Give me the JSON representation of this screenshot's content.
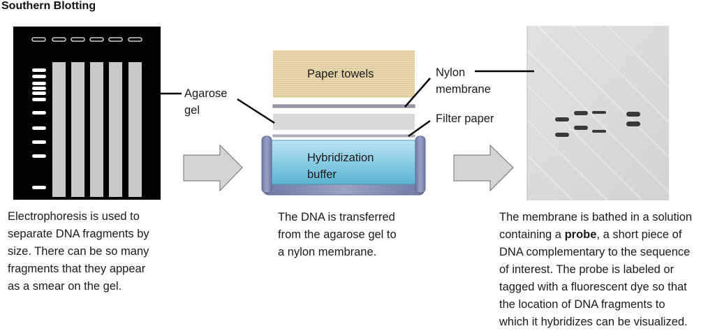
{
  "title": "Southern Blotting",
  "labels": {
    "agarose_gel": [
      "Agarose",
      "gel"
    ],
    "paper_towels": "Paper towels",
    "nylon_membrane": [
      "Nylon",
      "membrane"
    ],
    "filter_paper": "Filter paper",
    "hybridization_buffer": [
      "Hybridization",
      "buffer"
    ]
  },
  "captions": {
    "left": [
      "Electrophoresis is used to",
      "separate DNA fragments by",
      "size. There can be so many",
      "fragments that they appear",
      "as a smear on the gel."
    ],
    "middle": [
      "The DNA is transferred",
      "from the agarose gel to",
      "a nylon membrane."
    ],
    "right": {
      "line1": "The membrane is bathed in a solution",
      "line2_pre": "containing a ",
      "line2_bold": "probe",
      "line2_post": ", a short piece of",
      "rest": [
        "DNA complementary to the sequence",
        "of interest. The probe is labeled or",
        "tagged with a fluorescent dye so that",
        "the location of DNA fragments to",
        "which it hybridizes can be visualized."
      ]
    }
  },
  "colors": {
    "gel_background": "#000000",
    "lane": "#c8c8c8",
    "paper_towels": "#e8d6ab",
    "buffer": "#7fc7e0",
    "tray": "#8a93b8",
    "membrane": "#dcdcdc",
    "arrow": "#d4d4d4"
  }
}
